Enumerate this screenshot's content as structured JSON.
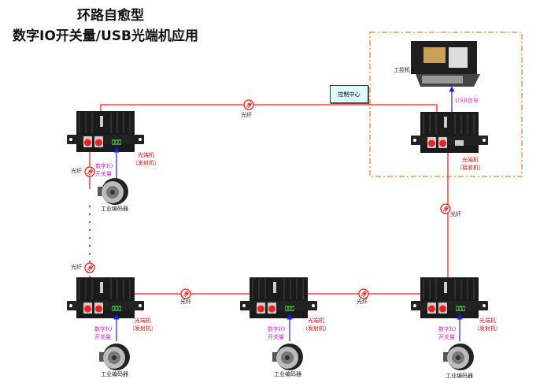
{
  "title": {
    "line1": "环路自愈型",
    "line2": "数字IO开关量/USB光端机应用"
  },
  "control_center": "控制中心",
  "industrial_pc": "工控机",
  "usb_signal": "USB信号",
  "fiber_label": "光纤",
  "receiver": {
    "line1": "光端机",
    "line2": "（接收机）"
  },
  "transmitter": {
    "line1": "光端机",
    "line2": "（发射机）"
  },
  "io_signal": {
    "line1": "数字IO",
    "line2": "开关量"
  },
  "encoder": "工业编码器",
  "colors": {
    "fiber": "#ff2020",
    "signal": "#1a1aff",
    "dashed_box": "#f08030",
    "label_magenta": "#e020e0"
  }
}
